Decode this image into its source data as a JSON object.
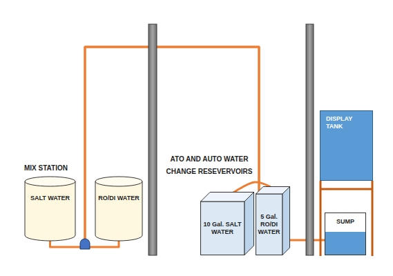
{
  "diagram": {
    "nodes": [
      {
        "text": [
          "SALT WATER"
        ]
      },
      {
        "text": [
          "RO/DI WATER"
        ]
      },
      {
        "text": [
          "10 Gal. SALT WATER"
        ]
      },
      {
        "text": [
          "5 Gal. RO/DI WATER"
        ]
      },
      {
        "text": [
          "DISPLAY TANK"
        ]
      },
      {
        "text": [
          "SUMP"
        ]
      }
    ],
    "edges": [
      {
        "from": 0,
        "to": 3,
        "arrow": "none"
      },
      {
        "from": 1,
        "to": 3,
        "arrow": "none"
      },
      {
        "from": 2,
        "to": 3,
        "arrow": "none"
      },
      {
        "from": 3,
        "to": 5,
        "arrow": "none"
      }
    ],
    "labels": [
      "MIX STATION",
      "ATO AND AUTO WATER CHANGE RESEVERVOIRS"
    ]
  }
}
